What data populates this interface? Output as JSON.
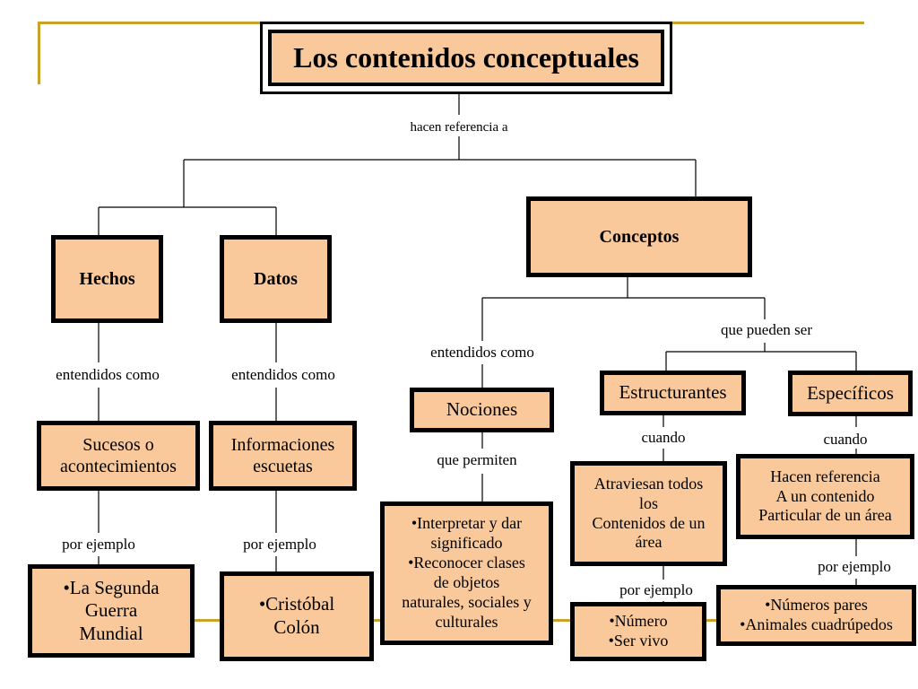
{
  "title": "Los contenidos conceptuales",
  "link_hacen_referencia": "hacen referencia a",
  "nodes": {
    "hechos": "Hechos",
    "datos": "Datos",
    "conceptos": "Conceptos",
    "sucesos": [
      "Sucesos o",
      "acontecimientos"
    ],
    "informaciones": [
      "Informaciones",
      "escuetas"
    ],
    "ejemplo_hechos": [
      "•La Segunda",
      "Guerra",
      "Mundial"
    ],
    "ejemplo_datos": [
      "•Cristóbal",
      "Colón"
    ],
    "nociones": "Nociones",
    "nociones_permiten": [
      "•Interpretar y dar",
      "significado",
      "•Reconocer clases",
      "de objetos",
      "naturales, sociales y",
      "culturales"
    ],
    "estructurantes": "Estructurantes",
    "especificos": "Específicos",
    "atraviesan": [
      "Atraviesan todos",
      "los",
      "Contenidos de un",
      "área"
    ],
    "hacen_referencia_contenido": [
      "Hacen referencia",
      "A un contenido",
      "Particular de un área"
    ],
    "ejemplo_estructurantes": [
      "•Número",
      "•Ser vivo"
    ],
    "ejemplo_especificos": [
      "•Números pares",
      "•Animales cuadrúpedos"
    ]
  },
  "links": {
    "entendidos_hechos": "entendidos como",
    "entendidos_datos": "entendidos como",
    "entendidos_conceptos": "entendidos como",
    "que_pueden_ser": "que pueden ser",
    "que_permiten": "que permiten",
    "cuando_estructurantes": "cuando",
    "cuando_especificos": "cuando",
    "por_ejemplo_hechos": "por ejemplo",
    "por_ejemplo_datos": "por ejemplo",
    "por_ejemplo_estructurantes": "por ejemplo",
    "por_ejemplo_especificos": "por ejemplo"
  },
  "colors": {
    "box_fill": "#f9c99b",
    "border": "#000000",
    "accent_line": "#c9a22a"
  }
}
